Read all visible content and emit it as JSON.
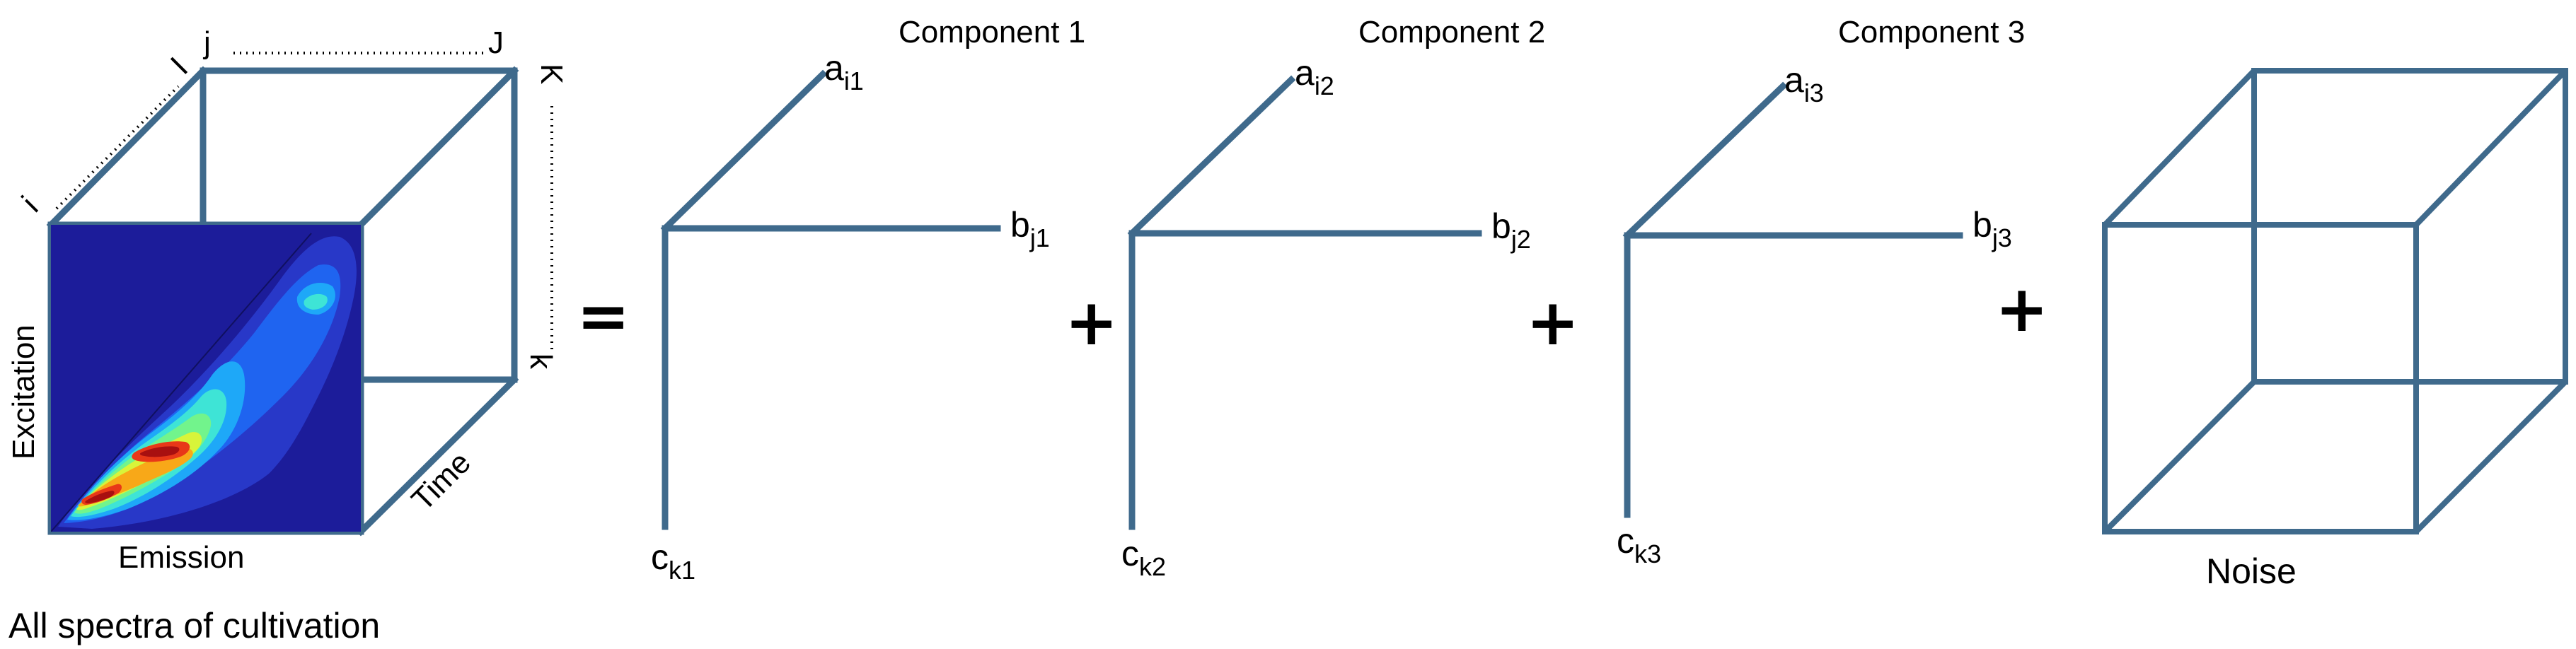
{
  "data_cube": {
    "axis_i": "I",
    "axis_i_start": "i",
    "axis_j_start": "j",
    "axis_j_end": "J",
    "axis_k_start": "k",
    "axis_k_end": "K",
    "time_label": "Time",
    "excitation_label": "Excitation",
    "emission_label": "Emission",
    "caption": "All spectra of cultivation"
  },
  "equals_sign": "=",
  "plus_sign": "+",
  "components": [
    {
      "title": "Component 1",
      "a_base": "a",
      "a_sub": "i1",
      "b_base": "b",
      "b_sub": "j1",
      "c_base": "c",
      "c_sub": "k1"
    },
    {
      "title": "Component 2",
      "a_base": "a",
      "a_sub": "i2",
      "b_base": "b",
      "b_sub": "j2",
      "c_base": "c",
      "c_sub": "k2"
    },
    {
      "title": "Component 3",
      "a_base": "a",
      "a_sub": "i3",
      "b_base": "b",
      "b_sub": "j3",
      "c_base": "c",
      "c_sub": "k3"
    }
  ],
  "noise_label": "Noise",
  "colors": {
    "lines": "#3f6a8c",
    "heatmap_background": "#1c1c9a",
    "heatmap_levels": [
      "#2838c8",
      "#1f64f0",
      "#1ea8f8",
      "#3ee4d6",
      "#72f48c",
      "#d8f43a",
      "#f8a818",
      "#e83818",
      "#a81010"
    ]
  }
}
